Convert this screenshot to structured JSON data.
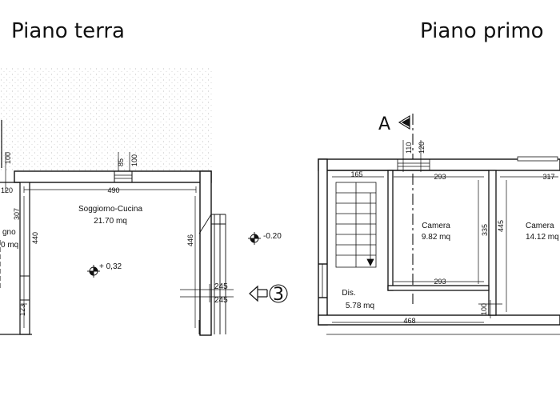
{
  "titles": {
    "left": "Piano terra",
    "right": "Piano primo"
  },
  "ground_floor": {
    "rooms": [
      {
        "name": "Soggiorno-Cucina",
        "area": "21.70 mq"
      },
      {
        "name_fragment": "gno",
        "area_fragment": "0 mq"
      }
    ],
    "elevations": {
      "inside": "+ 0,32",
      "outside": "-0.20"
    },
    "dims": {
      "d100": "100",
      "d120": "120",
      "d85": "85",
      "d100b": "100",
      "d490": "490",
      "d307": "307",
      "d440": "440",
      "d446": "446",
      "d123": "123",
      "d245a": "245",
      "d245b": "245"
    },
    "section_marker": "3"
  },
  "first_floor": {
    "section_label": "A",
    "rooms": [
      {
        "name": "Camera",
        "area": "9.82 mq"
      },
      {
        "name": "Camera",
        "area": "14.12 mq"
      },
      {
        "name": "Dis.",
        "area": "5.78 mq"
      }
    ],
    "dims": {
      "d110": "110",
      "d120": "120",
      "d165": "165",
      "d293a": "293",
      "d317": "317",
      "d335": "335",
      "d445": "445",
      "d293b": "293",
      "d468": "468",
      "d100": "100"
    }
  },
  "colors": {
    "line": "#111111",
    "wall": "#ffffff",
    "hatch": "#bdbdbd"
  }
}
